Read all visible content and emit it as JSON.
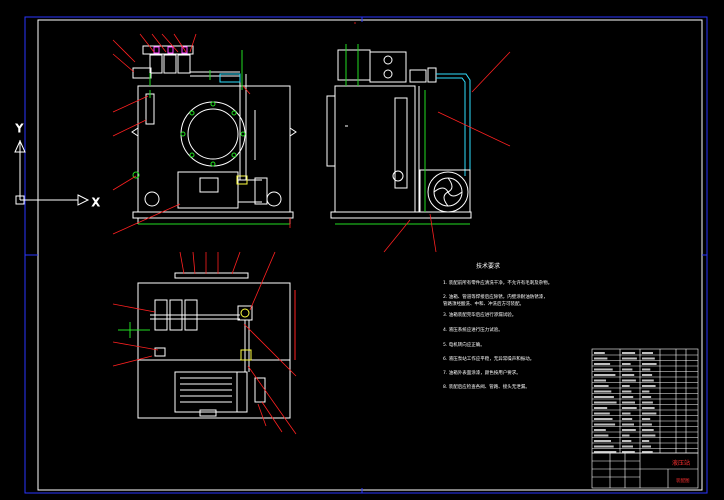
{
  "colors": {
    "background": "#000000",
    "frame": "#2a36ff",
    "outline": "#ffffff",
    "leader": "#ff2020",
    "detail_green": "#22dd22",
    "detail_yellow": "#ffff40",
    "detail_magenta": "#ff40ff",
    "detail_cyan": "#30e0ff"
  },
  "ucs": {
    "x_label": "X",
    "y_label": "Y"
  },
  "notes": {
    "title": "技术要求",
    "items": [
      "1. 装配前所有零件应清洗干净，不允许有毛刺及杂物。",
      "2. 油箱、管道等焊接后应除锈，内壁涂耐油防锈漆，",
      "   管路须经酸洗、中和、冲洗后方可装配。",
      "3. 油箱装配完毕后应进行渗漏试验。",
      "4. 液压系统应进行压力试验。",
      "5. 电机转向应正确。",
      "6. 液压泵站工作应平稳，无异常噪声和振动。",
      "7. 油箱外表面涂漆，颜色按用户要求。",
      "8. 装配后应检查各阀、管路、接头无泄漏。"
    ]
  },
  "title_block": {
    "drawing_name": "液压站",
    "sub_label": "装配图"
  }
}
